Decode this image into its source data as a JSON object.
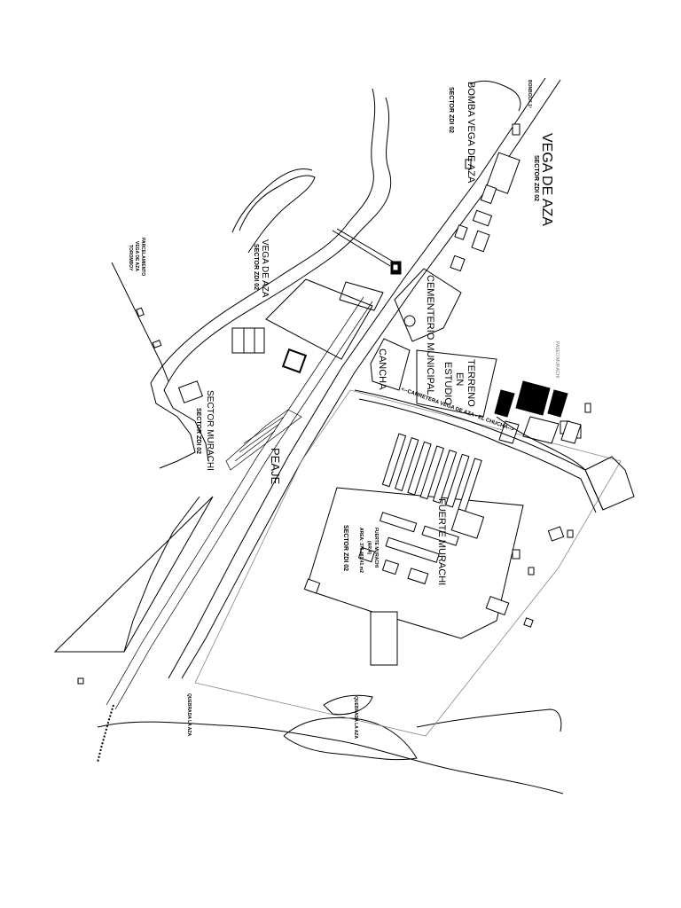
{
  "labels": {
    "vega_de_aza_big": "VEGA DE AZA",
    "vega_de_aza_big_sub": "SECTOR ZDI 02",
    "bomba": "BOMBA VEGA DE AZA",
    "bomba_sub": "SECTOR ZDI 02",
    "bonbock": "BONBOCK 1ª",
    "vega_de_aza_left": "VEGA DE AZA",
    "vega_de_aza_left_sub": "SECTOR ZDI 02",
    "parcelamiento_1": "PARCELAMIENTO",
    "parcelamiento_2": "VEGA DE AZA",
    "parcelamiento_3": "TOROMBOY",
    "cementerio": "CEMENTERIO MUNICIPAL",
    "cancha": "CANCHA",
    "terreno_1": "TERRENO",
    "terreno_2": "EN",
    "terreno_3": "ESTUDIO",
    "sector_murachi": "SECTOR MURACHI",
    "sector_murachi_sub": "SECTOR ZDI 02",
    "peaje": "PEAJE",
    "carretera": "<--CARRETERA VEGA DE AZA - EL CHUCHA-->",
    "fuerte_murachi": "FUERTE MURACHI",
    "fuerte_info_1": "FUERTE MURACHI",
    "fuerte_info_2": "(AR-4)",
    "fuerte_info_3": "AREA: 376.461,41 m2",
    "fuerte_info_4": "SECTOR ZDI 02",
    "paseo_murachi": "PASEO MURACHI",
    "quebrada_1": "QUEBRADA LA AZA",
    "quebrada_2": "QUEBRADA LA AZA"
  }
}
